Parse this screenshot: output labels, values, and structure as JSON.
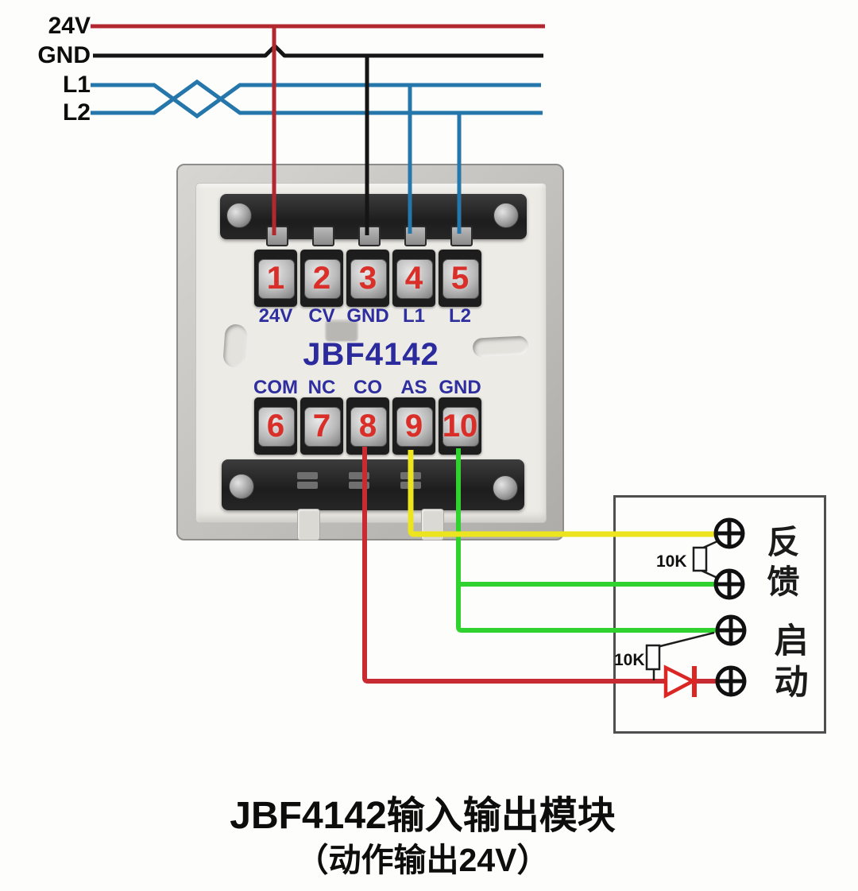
{
  "power_lines": {
    "items": [
      {
        "label": "24V",
        "color": "#b2282f"
      },
      {
        "label": "GND",
        "color": "#151515"
      },
      {
        "label": "L1",
        "color": "#2577ab"
      },
      {
        "label": "L2",
        "color": "#2577ab"
      }
    ]
  },
  "module": {
    "title": "JBF4142",
    "top_terminals": [
      {
        "num": "1",
        "label": "24V"
      },
      {
        "num": "2",
        "label": "CV"
      },
      {
        "num": "3",
        "label": "GND"
      },
      {
        "num": "4",
        "label": "L1"
      },
      {
        "num": "5",
        "label": "L2"
      }
    ],
    "bottom_terminals": [
      {
        "num": "6",
        "label": "COM"
      },
      {
        "num": "7",
        "label": "NC"
      },
      {
        "num": "8",
        "label": "CO"
      },
      {
        "num": "9",
        "label": "AS"
      },
      {
        "num": "10",
        "label": "GND"
      }
    ]
  },
  "output_wires": {
    "co_color": "#c92b32",
    "as_color": "#ece41e",
    "gnd_color": "#30d230",
    "diode_color": "#da2724"
  },
  "device_box": {
    "resistors": [
      "10K",
      "10K"
    ],
    "feedback_label": "反馈",
    "start_label": "启动"
  },
  "caption": {
    "line1": "JBF4142输入输出模块",
    "line2": "（动作输出24V）"
  }
}
